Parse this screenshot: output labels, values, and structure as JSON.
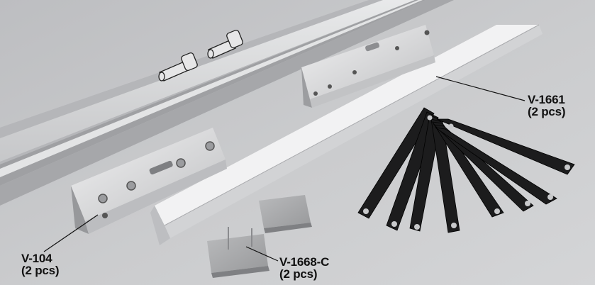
{
  "labels": {
    "v1661": {
      "code": "V-1661",
      "qty": "(2 pcs)"
    },
    "v104": {
      "code": "V-104",
      "qty": "(2 pcs)"
    },
    "v1668c": {
      "code": "V-1668-C",
      "qty": "(2 pcs)"
    }
  },
  "colors": {
    "background": "#c9cacc",
    "aluminum": "#d9dadc",
    "rubber_strip": "#1c1c1d",
    "label_text": "#111111"
  }
}
